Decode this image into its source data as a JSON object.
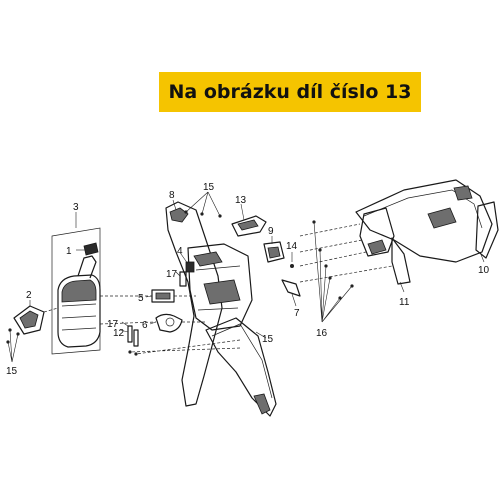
{
  "banner": {
    "text": "Na obrázku díl číslo 13",
    "background": "#f5c400"
  },
  "callouts": {
    "c1": "1",
    "c2": "2",
    "c3": "3",
    "c4": "4",
    "c5": "5",
    "c6": "6",
    "c7": "7",
    "c8": "8",
    "c9": "9",
    "c10": "10",
    "c11": "11",
    "c12": "12",
    "c13": "13",
    "c14": "14",
    "c15a": "15",
    "c15b": "15",
    "c15c": "15",
    "c16": "16",
    "c17a": "17",
    "c17b": "17"
  }
}
